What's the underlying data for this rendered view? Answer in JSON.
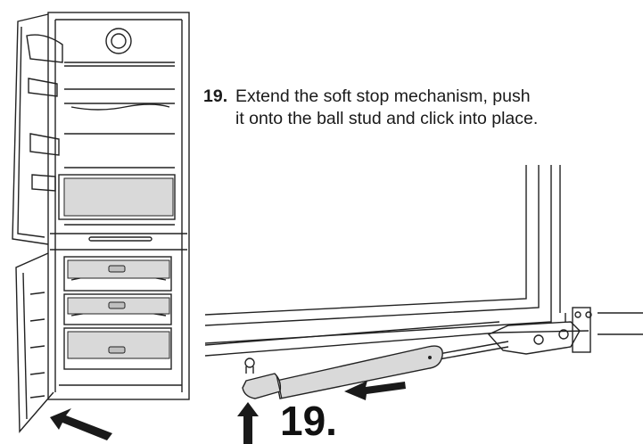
{
  "step": {
    "number": "19.",
    "line1": "Extend the soft stop mechanism, push",
    "line2": "it onto the ball stud and click into place."
  },
  "figure": {
    "step_label": "19."
  },
  "colors": {
    "line": "#222222",
    "fill_gray": "#d9d9d9",
    "arrow": "#1a1a1a"
  }
}
